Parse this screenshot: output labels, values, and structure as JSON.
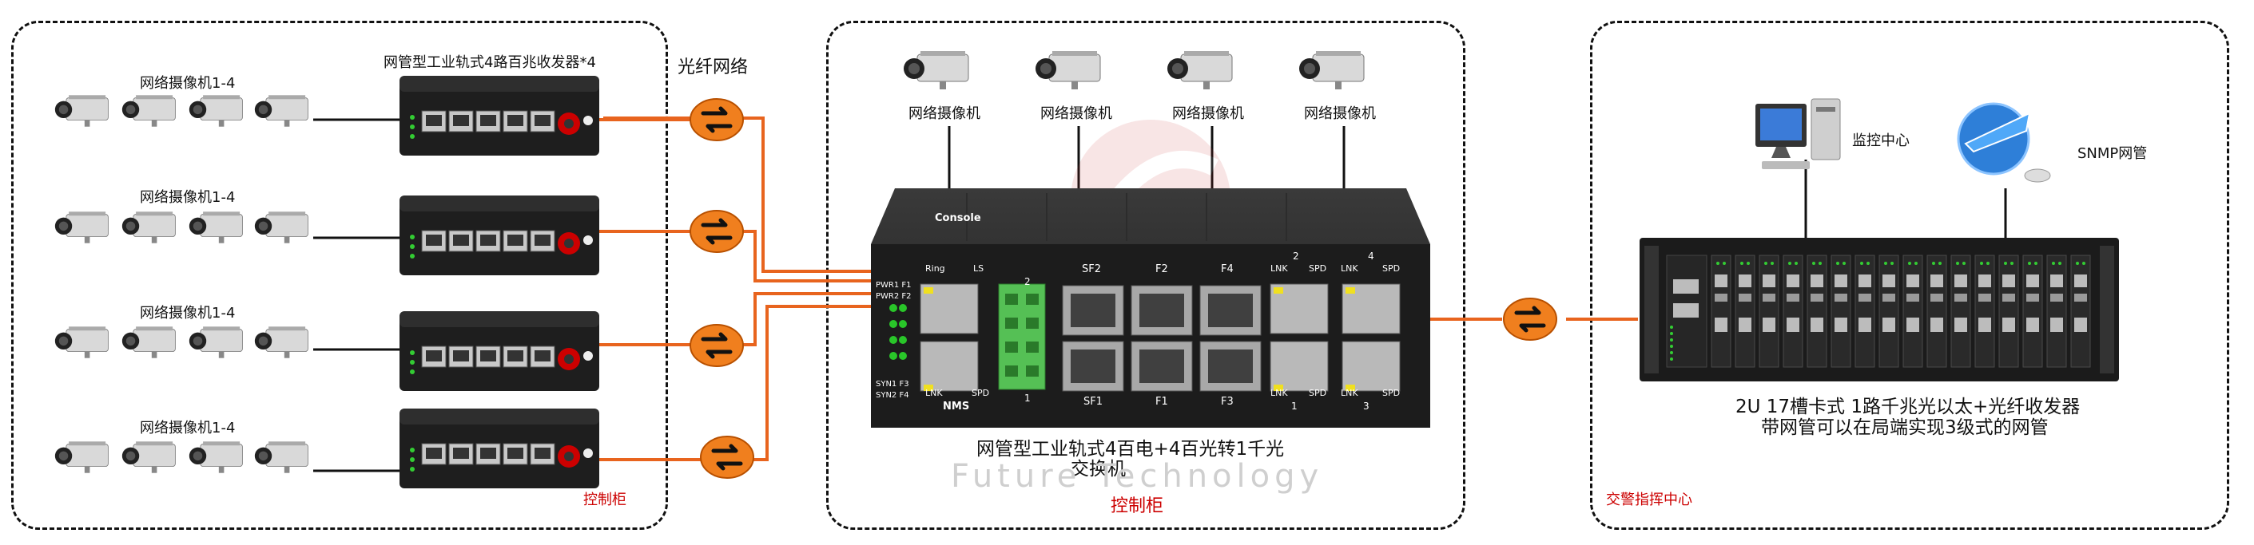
{
  "labels": {
    "camera_group": "网络摄像机1-4",
    "converter_title": "网管型工业轨式4路百兆收发器*4",
    "fiber_network": "光纤网络",
    "camera": "网络摄像机",
    "cabinet": "控制柜",
    "switch_title_line1": "网管型工业轨式4百电+4百光转1千光",
    "switch_title_line2": "交换机",
    "watermark": "Future Technology",
    "monitor_center": "监控中心",
    "snmp_manager": "SNMP网管",
    "chassis_line1": "2U 17槽卡式 1路千兆光以太+光纤收发器",
    "chassis_line2": "带网管可以在局端实现3级式的网管",
    "command_center": "交警指挥中心"
  },
  "switch_panel": {
    "console": "Console",
    "ring": "Ring",
    "ls": "LS",
    "lnk": "LNK",
    "spd": "SPD",
    "nms": "NMS",
    "pwr1": "PWR1 F1",
    "pwr2": "PWR2 F2",
    "syn1": "SYN1 F3",
    "syn2": "SYN2 F4",
    "sf2": "SF2",
    "f2": "F2",
    "f4": "F4",
    "sf1": "SF1",
    "f1": "F1",
    "f3": "F3",
    "port_1": "1",
    "port_2": "2",
    "port_3": "3",
    "port_4": "4",
    "term_2": "2",
    "term_1": "1"
  },
  "colors": {
    "fiber": "#e8641e",
    "cloud": "#f07f1e",
    "label_red": "#cc0000",
    "device_dark": "#1e1e1e"
  },
  "icons": [
    "ip-camera-icon",
    "fiber-cloud-icon",
    "monitor-pc-icon",
    "snmp-globe-icon"
  ]
}
